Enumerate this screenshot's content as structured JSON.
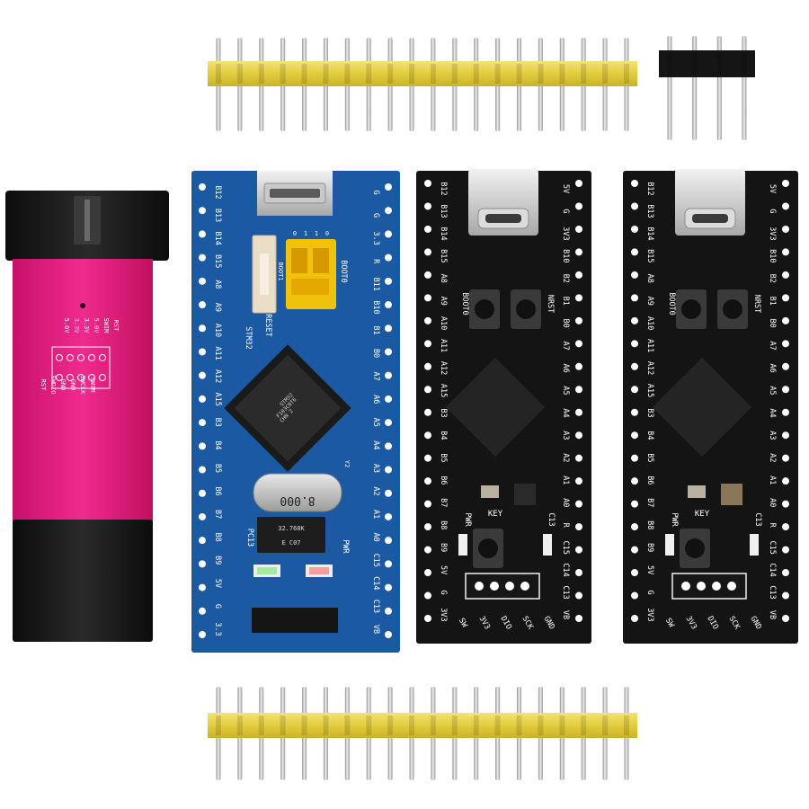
{
  "header_top_long": {
    "pins": 20,
    "color": "#e6d24a"
  },
  "header_top_short": {
    "pins": 4,
    "color": "#151515"
  },
  "header_bottom_long": {
    "pins": 20,
    "color": "#e6d24a"
  },
  "programmer": {
    "color": "#e8157f",
    "pins_left": [
      "RST",
      "SWDIO",
      "GND",
      "GND",
      "SWCLK",
      "SWIM"
    ],
    "pins_right": [
      "5.0V",
      "3.3V",
      "3.3V",
      "5.0V",
      "SWIM",
      "RST"
    ]
  },
  "blue_board": {
    "color": "#1b5aa3",
    "left_labels": [
      "B12",
      "B13",
      "B14",
      "B15",
      "A8",
      "A9",
      "A10",
      "A11",
      "A12",
      "A15",
      "B3",
      "B4",
      "B5",
      "B6",
      "B7",
      "B8",
      "B9",
      "5V",
      "G",
      "3.3"
    ],
    "right_labels": [
      "G",
      "G",
      "3.3",
      "R",
      "B11",
      "B10",
      "B1",
      "B0",
      "A7",
      "A6",
      "A5",
      "A4",
      "A3",
      "A2",
      "A1",
      "A0",
      "C15",
      "C14",
      "C13",
      "VB"
    ],
    "boot_label": "BOOT0",
    "boot1_label": "BOOT1",
    "reset_label": "RESET",
    "mcu_label": "STM32",
    "jumper_marks": [
      "0",
      "1",
      "1",
      "0"
    ],
    "crystal_label": "8.000",
    "rtc_label": "32.768K",
    "rtc_sub": "E  C07",
    "pc13_label": "PC13",
    "pwr_label": "PWR",
    "y2_label": "Y2",
    "chip_lines": [
      "STM32",
      "F103C8T6",
      "CHN 2"
    ]
  },
  "black_board_1": {
    "color": "#141414",
    "left_labels": [
      "B12",
      "B13",
      "B14",
      "B15",
      "A8",
      "A9",
      "A10",
      "A11",
      "A12",
      "A15",
      "B3",
      "B4",
      "B5",
      "B6",
      "B7",
      "B8",
      "B9",
      "5V",
      "G",
      "3V3"
    ],
    "right_labels": [
      "5V",
      "G",
      "3V3",
      "B10",
      "B2",
      "B1",
      "B0",
      "A7",
      "A6",
      "A5",
      "A4",
      "A3",
      "A2",
      "A1",
      "A0",
      "R",
      "C15",
      "C14",
      "C13",
      "VB"
    ],
    "boot_label": "BOOT0",
    "nrst_label": "NRST",
    "key_label": "KEY",
    "pwr_label": "PWR",
    "c13_label": "C13",
    "swd_labels": [
      "SW",
      "3V3",
      "DIO",
      "SCK",
      "GND"
    ]
  },
  "black_board_2": {
    "color": "#141414",
    "left_labels": [
      "B12",
      "B13",
      "B14",
      "B15",
      "A8",
      "A9",
      "A10",
      "A11",
      "A12",
      "A15",
      "B3",
      "B4",
      "B5",
      "B6",
      "B7",
      "B8",
      "B9",
      "5V",
      "G",
      "3V3"
    ],
    "right_labels": [
      "5V",
      "G",
      "3V3",
      "B10",
      "B2",
      "B1",
      "B0",
      "A7",
      "A6",
      "A5",
      "A4",
      "A3",
      "A2",
      "A1",
      "A0",
      "R",
      "C15",
      "C14",
      "C13",
      "VB"
    ],
    "boot_label": "BOOT0",
    "nrst_label": "NRST",
    "key_label": "KEY",
    "pwr_label": "PWR",
    "c13_label": "C13",
    "swd_labels": [
      "SW",
      "3V3",
      "DIO",
      "SCK",
      "GND"
    ]
  }
}
